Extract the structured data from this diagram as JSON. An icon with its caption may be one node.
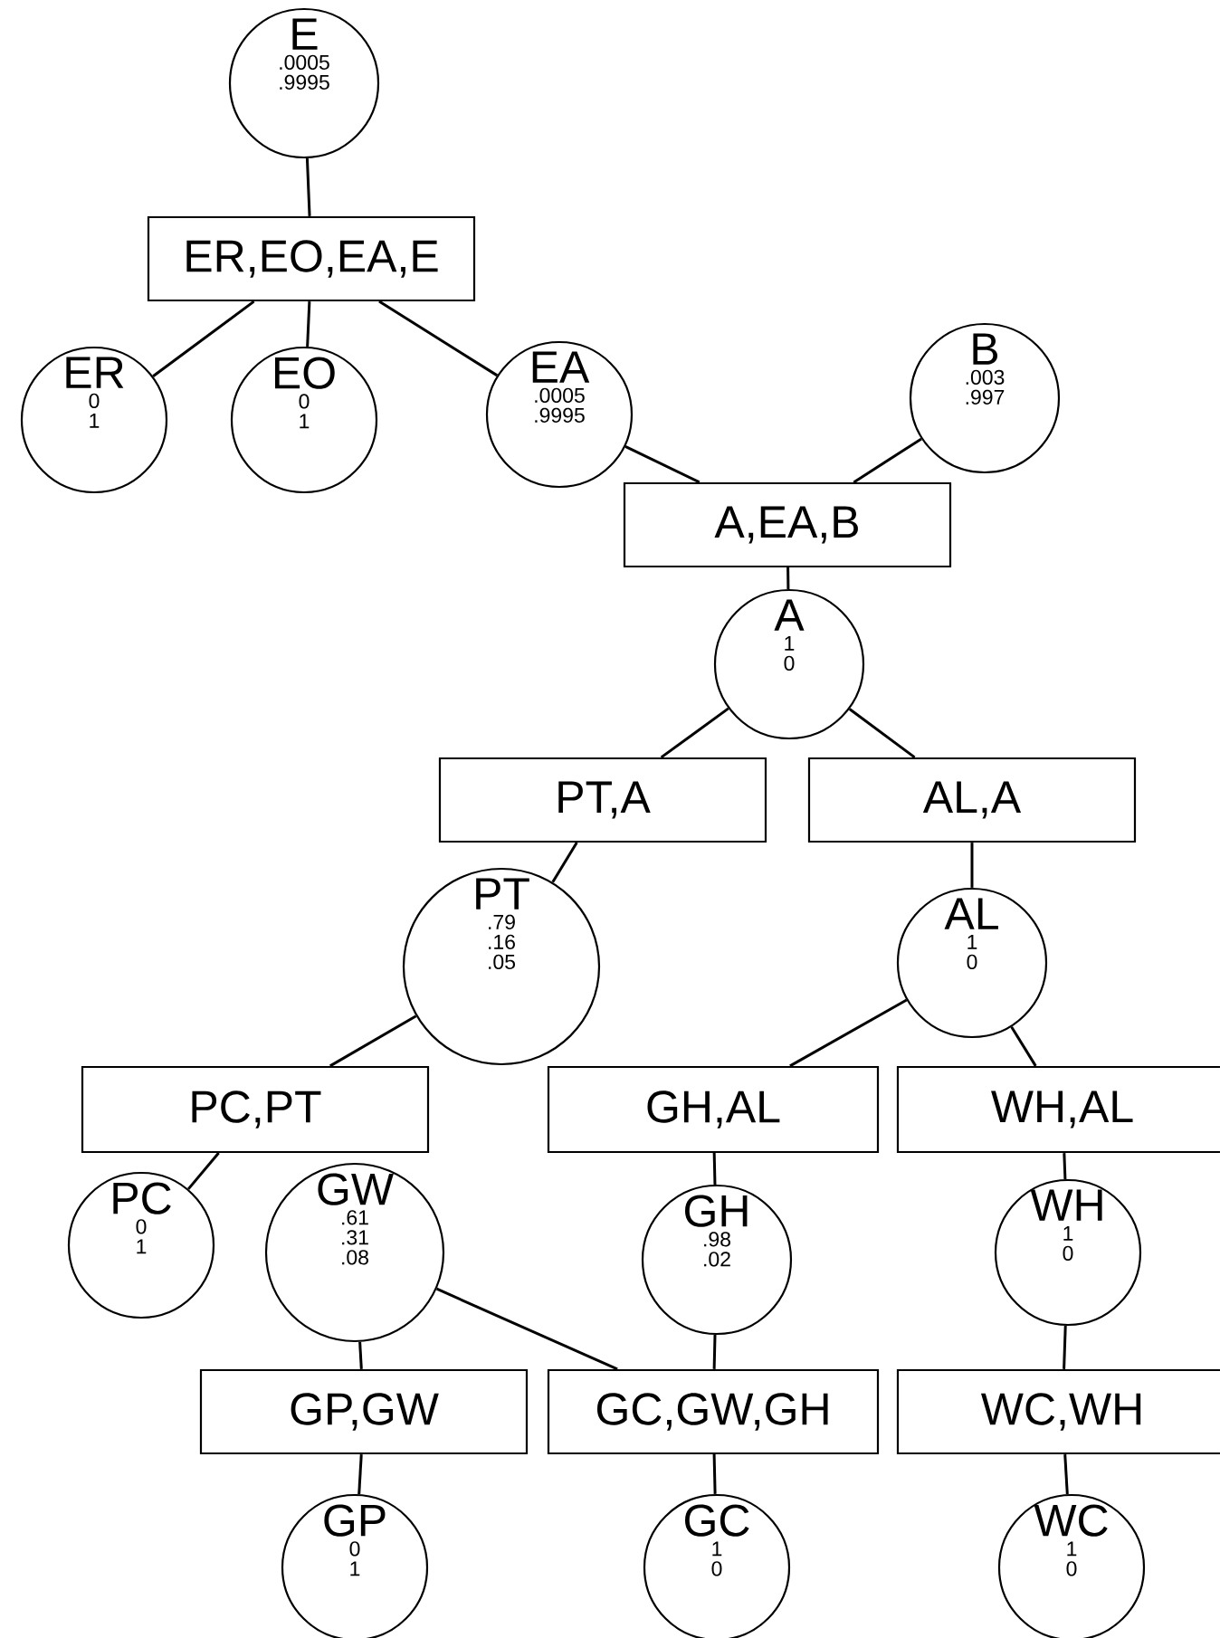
{
  "diagram": {
    "nodes": [
      {
        "text": [
          "E",
          ".0005",
          ".9995"
        ]
      },
      {
        "text": [
          "ER,EO,EA,E"
        ]
      },
      {
        "text": [
          "ER",
          "0",
          "1"
        ]
      },
      {
        "text": [
          "EO",
          "0",
          "1"
        ]
      },
      {
        "text": [
          "EA",
          ".0005",
          ".9995"
        ]
      },
      {
        "text": [
          "B",
          ".003",
          ".997"
        ]
      },
      {
        "text": [
          "A,EA,B"
        ]
      },
      {
        "text": [
          "A",
          "1",
          "0"
        ]
      },
      {
        "text": [
          "PT,A"
        ]
      },
      {
        "text": [
          "AL,A"
        ]
      },
      {
        "text": [
          "PT",
          ".79",
          ".16",
          ".05"
        ]
      },
      {
        "text": [
          "AL",
          "1",
          "0"
        ]
      },
      {
        "text": [
          "PC,PT"
        ]
      },
      {
        "text": [
          "GH,AL"
        ]
      },
      {
        "text": [
          "WH,AL"
        ]
      },
      {
        "text": [
          "PC",
          "0",
          "1"
        ]
      },
      {
        "text": [
          "GW",
          ".61",
          ".31",
          ".08"
        ]
      },
      {
        "text": [
          "GH",
          ".98",
          ".02"
        ]
      },
      {
        "text": [
          "WH",
          "1",
          "0"
        ]
      },
      {
        "text": [
          "GP,GW"
        ]
      },
      {
        "text": [
          "GC,GW,GH"
        ]
      },
      {
        "text": [
          "WC,WH"
        ]
      },
      {
        "text": [
          "GP",
          "0",
          "1"
        ]
      },
      {
        "text": [
          "GC",
          "1",
          "0"
        ]
      },
      {
        "text": [
          "WC",
          "1",
          "0"
        ]
      }
    ],
    "edges": [
      {
        "from": 0,
        "to": 1,
        "arrow": "none"
      },
      {
        "from": 1,
        "to": 2,
        "arrow": "none"
      },
      {
        "from": 1,
        "to": 3,
        "arrow": "none"
      },
      {
        "from": 1,
        "to": 4,
        "arrow": "none"
      },
      {
        "from": 4,
        "to": 6,
        "arrow": "none"
      },
      {
        "from": 5,
        "to": 6,
        "arrow": "none"
      },
      {
        "from": 6,
        "to": 7,
        "arrow": "none"
      },
      {
        "from": 7,
        "to": 8,
        "arrow": "none"
      },
      {
        "from": 7,
        "to": 9,
        "arrow": "none"
      },
      {
        "from": 8,
        "to": 10,
        "arrow": "none"
      },
      {
        "from": 9,
        "to": 11,
        "arrow": "none"
      },
      {
        "from": 10,
        "to": 12,
        "arrow": "none"
      },
      {
        "from": 11,
        "to": 13,
        "arrow": "none"
      },
      {
        "from": 11,
        "to": 14,
        "arrow": "none"
      },
      {
        "from": 12,
        "to": 15,
        "arrow": "none"
      },
      {
        "from": 13,
        "to": 17,
        "arrow": "none"
      },
      {
        "from": 14,
        "to": 18,
        "arrow": "none"
      },
      {
        "from": 16,
        "to": 19,
        "arrow": "none"
      },
      {
        "from": 16,
        "to": 20,
        "arrow": "none"
      },
      {
        "from": 17,
        "to": 20,
        "arrow": "none"
      },
      {
        "from": 18,
        "to": 21,
        "arrow": "none"
      },
      {
        "from": 19,
        "to": 22,
        "arrow": "none"
      },
      {
        "from": 20,
        "to": 23,
        "arrow": "none"
      },
      {
        "from": 21,
        "to": 24,
        "arrow": "none"
      }
    ]
  }
}
